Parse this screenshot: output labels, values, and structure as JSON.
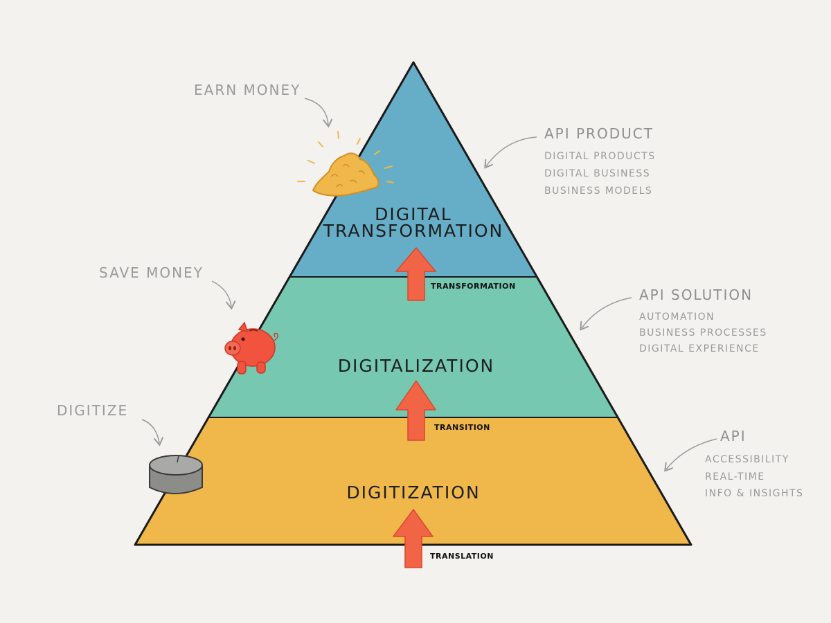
{
  "pyramid": {
    "tiers": [
      {
        "title_lines": [
          "Digital",
          "Transformation"
        ],
        "color": "#66aec7"
      },
      {
        "title_lines": [
          "Digitalization"
        ],
        "color": "#76c8b0"
      },
      {
        "title_lines": [
          "Digitization"
        ],
        "color": "#f0b84a"
      }
    ],
    "arrows": [
      {
        "label": "Transformation",
        "color": "#f26446"
      },
      {
        "label": "Transition",
        "color": "#f26446"
      },
      {
        "label": "Translation",
        "color": "#f26446"
      }
    ]
  },
  "left_labels": [
    {
      "text": "Earn money",
      "icon": "money-pile-icon",
      "icon_color": "#f0b84a"
    },
    {
      "text": "Save money",
      "icon": "piggy-bank-icon",
      "icon_color": "#f2533f"
    },
    {
      "text": "Digitize",
      "icon": "disk-icon",
      "icon_color": "#9a9a96"
    }
  ],
  "right_labels": [
    {
      "heading": "API Product",
      "items": [
        "Digital products",
        "Digital business",
        "Business models"
      ]
    },
    {
      "heading": "API Solution",
      "items": [
        "Automation",
        "Business processes",
        "Digital experience"
      ]
    },
    {
      "heading": "API",
      "items": [
        "Accessibility",
        "Real-time",
        "Info & insights"
      ]
    }
  ],
  "colors": {
    "background": "#f3f2ef",
    "outline": "#1a1a1a",
    "annotation_text": "#9a9a9a"
  }
}
